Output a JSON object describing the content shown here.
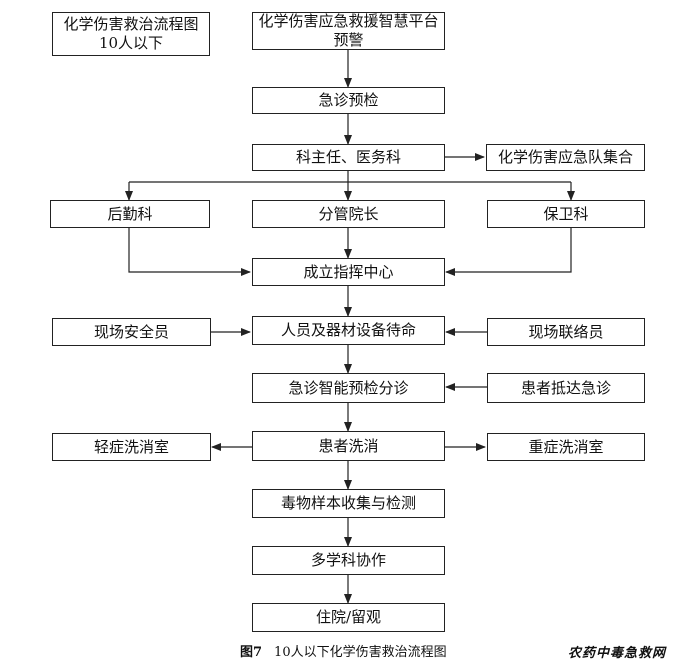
{
  "nodes": {
    "small_incident": {
      "line1": "化学伤害救治流程图",
      "line2": "10人以下"
    },
    "platform_alert": {
      "line1": "化学伤害应急救援智慧平台",
      "line2": "预警"
    },
    "triage": "急诊预检",
    "dept_director": "科主任、医务科",
    "team_assembly": "化学伤害应急队集合",
    "logistics": "后勤科",
    "vice_president": "分管院长",
    "security": "保卫科",
    "command_center": "成立指挥中心",
    "safety_officer": "现场安全员",
    "staff_standby": "人员及器材设备待命",
    "liaison": "现场联络员",
    "smart_triage": "急诊智能预检分诊",
    "patient_arrival": "患者抵达急诊",
    "mild_wash": "轻症洗消室",
    "decontamination": "患者洗消",
    "severe_wash": "重症洗消室",
    "sampling": "毒物样本收集与检测",
    "mdt": "多学科协作",
    "admission": "住院/留观"
  },
  "caption": {
    "figure_no": "图7",
    "title": "10人以下化学伤害救治流程图"
  },
  "watermark": "农药中毒急救网"
}
